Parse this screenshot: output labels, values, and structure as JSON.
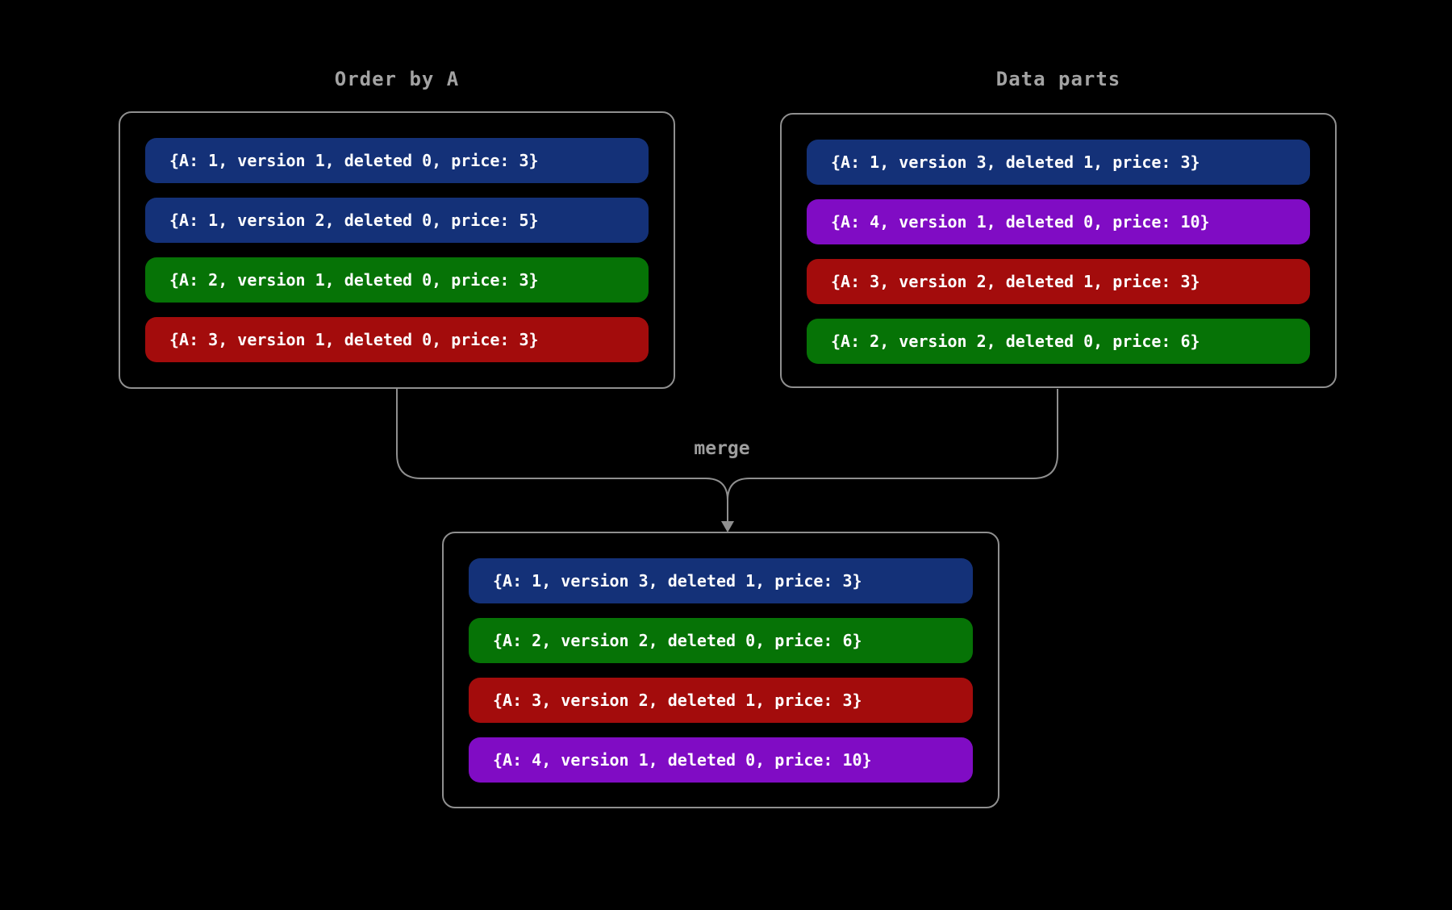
{
  "canvas": {
    "background": "#000000",
    "line_color": "#8f8f8f",
    "title_color": "#a3a3a3",
    "pill_text_color": "#ffffff"
  },
  "colors": {
    "blue": "#143178",
    "green": "#067306",
    "red": "#a30c0c",
    "purple": "#800cc4"
  },
  "boxes": {
    "order_by_a": {
      "title": "Order by A",
      "rows": [
        {
          "color": "blue",
          "text": "{A: 1, version 1, deleted 0, price: 3}"
        },
        {
          "color": "blue",
          "text": "{A: 1, version 2, deleted 0, price: 5}"
        },
        {
          "color": "green",
          "text": "{A: 2, version 1, deleted 0, price: 3}"
        },
        {
          "color": "red",
          "text": "{A: 3, version 1, deleted 0, price: 3}"
        }
      ]
    },
    "data_parts": {
      "title": "Data parts",
      "rows": [
        {
          "color": "blue",
          "text": "{A: 1, version 3, deleted 1, price: 3}"
        },
        {
          "color": "purple",
          "text": "{A: 4, version 1, deleted 0, price: 10}"
        },
        {
          "color": "red",
          "text": "{A: 3, version 2, deleted 1, price: 3}"
        },
        {
          "color": "green",
          "text": "{A: 2, version 2, deleted 0, price: 6}"
        }
      ]
    },
    "merged": {
      "rows": [
        {
          "color": "blue",
          "text": "{A: 1, version 3, deleted 1, price: 3}"
        },
        {
          "color": "green",
          "text": "{A: 2, version 2, deleted 0, price: 6}"
        },
        {
          "color": "red",
          "text": "{A: 3, version 2, deleted 1, price: 3}"
        },
        {
          "color": "purple",
          "text": "{A: 4, version 1, deleted 0, price: 10}"
        }
      ]
    }
  },
  "connector": {
    "label": "merge"
  }
}
